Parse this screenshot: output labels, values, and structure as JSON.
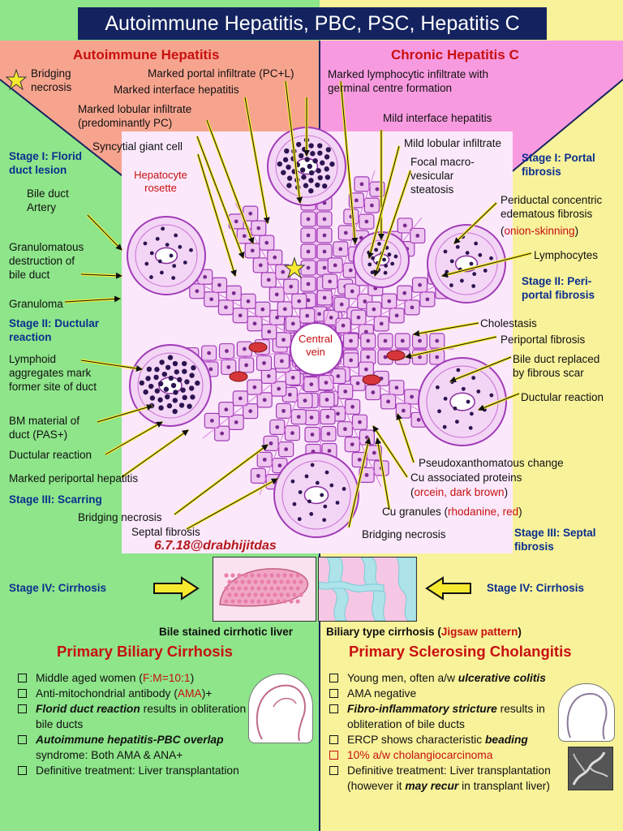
{
  "title": "Autoimmune Hepatitis, PBC, PSC, Hepatitis C",
  "credit": "6.7.18@drabhijitdas",
  "colors": {
    "navy": "#14235f",
    "salmon": "#f7a48f",
    "pink": "#f89ae0",
    "green": "#8ee58a",
    "yellow": "#f8f29a",
    "stage_blue": "#0b2f8f",
    "red_text": "#c81010",
    "tissue": "#f4d8f4",
    "cell_purple": "#b04fc4"
  },
  "aih": {
    "heading": "Autoimmune Hepatitis",
    "bridging_necrosis": "Bridging\nnecrosis",
    "portal_infiltrate": "Marked portal infiltrate (PC+L)",
    "interface": "Marked interface hepatitis",
    "lobular": "Marked lobular infiltrate\n(predominantly PC)",
    "giant_cell": "Syncytial giant cell",
    "rosette": "Hepatocyte\nrosette"
  },
  "hcv": {
    "heading": "Chronic Hepatitis C",
    "lymphocytic": "Marked lymphocytic infiltrate with\ngerminal centre formation",
    "mild_interface": "Mild interface hepatitis",
    "mild_lobular": "Mild lobular infiltrate",
    "steatosis": "Focal macro-\nvesicular\nsteatosis"
  },
  "pbc_left": {
    "stage1": "Stage I: Florid\nduct lesion",
    "bile_duct": "Bile duct\nArtery",
    "granulomatous": "Granulomatous\ndestruction of\nbile duct",
    "granuloma": "Granuloma",
    "stage2": "Stage II: Ductular\nreaction",
    "lymphoid": "Lymphoid\naggregates mark\nformer site of duct",
    "bm": "BM material of\nduct (PAS+)",
    "ductular": "Ductular reaction",
    "periportal": "Marked periportal hepatitis",
    "stage3": "Stage III: Scarring",
    "bridging": "Bridging necrosis",
    "septal": "Septal fibrosis",
    "stage4": "Stage IV: Cirrhosis",
    "liver_caption": "Bile stained cirrhotic liver"
  },
  "psc_right": {
    "stage1": "Stage I: Portal\nfibrosis",
    "periductal": "Periductal concentric\nedematous fibrosis",
    "onion": "onion-skinning",
    "lymphocytes": "Lymphocytes",
    "stage2": "Stage II: Peri-\nportal fibrosis",
    "cholestasis": "Cholestasis",
    "periportal_fibrosis": "Periportal fibrosis",
    "replaced": "Bile duct replaced\nby fibrous scar",
    "ductular": "Ductular reaction",
    "pseudo": "Pseudoxanthomatous change",
    "cu_proteins": "Cu associated proteins",
    "orcein": "orcein, dark brown",
    "cu_granules": "Cu granules",
    "rhodanine": "rhodanine, red",
    "bridging": "Bridging necrosis",
    "stage3": "Stage III: Septal\nfibrosis",
    "stage4": "Stage IV: Cirrhosis",
    "jigsaw_caption": "Biliary type cirrhosis",
    "jigsaw": "Jigsaw pattern"
  },
  "center_label": "Central\nvein",
  "pbc": {
    "heading": "Primary Biliary Cirrhosis",
    "items": [
      {
        "parts": [
          {
            "t": "Middle aged women ("
          },
          {
            "t": "F:M=10:1",
            "c": "red"
          },
          {
            "t": ")"
          }
        ]
      },
      {
        "parts": [
          {
            "t": "Anti-mitochondrial antibody ("
          },
          {
            "t": "AMA",
            "c": "red"
          },
          {
            "t": ")+"
          }
        ]
      },
      {
        "parts": [
          {
            "t": "Florid duct reaction",
            "s": "bi"
          },
          {
            "t": " results in obliteration of bile ducts"
          }
        ]
      },
      {
        "parts": [
          {
            "t": "Autoimmune hepatitis-PBC overlap",
            "s": "bi"
          },
          {
            "t": " syndrome: Both AMA & ANA+"
          }
        ]
      },
      {
        "parts": [
          {
            "t": "Definitive treatment: Liver transplantation"
          }
        ]
      }
    ]
  },
  "psc": {
    "heading": "Primary Sclerosing Cholangitis",
    "items": [
      {
        "parts": [
          {
            "t": "Young men, often a/w "
          },
          {
            "t": "ulcerative colitis",
            "s": "bi"
          }
        ]
      },
      {
        "parts": [
          {
            "t": "AMA negative"
          }
        ]
      },
      {
        "parts": [
          {
            "t": "Fibro-inflammatory stricture",
            "s": "bi"
          },
          {
            "t": " results in obliteration of bile ducts"
          }
        ]
      },
      {
        "parts": [
          {
            "t": "ERCP shows characteristic "
          },
          {
            "t": "beading",
            "s": "bi"
          }
        ]
      },
      {
        "parts": [
          {
            "t": "10% a/w cholangiocarcinoma",
            "c": "red"
          }
        ],
        "red": true
      },
      {
        "parts": [
          {
            "t": "Definitive treatment: Liver transplantation (however it "
          },
          {
            "t": "may recur",
            "s": "bi"
          },
          {
            "t": " in transplant liver)"
          }
        ]
      }
    ]
  }
}
